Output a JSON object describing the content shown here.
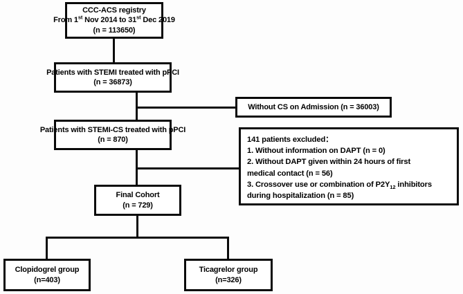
{
  "diagram": {
    "title": "CONSORT-style patient selection flowchart",
    "colors": {
      "box_border": "#0a0a0a",
      "box_fill": "#ffffff",
      "connector": "#0a0a0a",
      "background": "#fdfdfd",
      "text": "#000000"
    }
  },
  "nodes": {
    "registry": {
      "line1": "CCC-ACS registry",
      "line2_prefix": "From 1",
      "line2_sup1": "st",
      "line2_mid": " Nov 2014 to 31",
      "line2_sup2": "st",
      "line2_suffix": " Dec 2019",
      "line3": "(n = 113650)",
      "count": 113650
    },
    "stemi_ppci": {
      "line1": "Patients with STEMI treated with pPCI",
      "line2": "(n = 36873)",
      "count": 36873
    },
    "without_cs": {
      "line1": "Without CS on Admission (n = 36003)",
      "count": 36003
    },
    "stemi_cs": {
      "line1": "Patients with STEMI-CS treated with pPCI",
      "line2": "(n = 870)",
      "count": 870
    },
    "excluded": {
      "heading": "141 patients excluded：",
      "total": 141,
      "item1": "1. Without information on DAPT (n = 0)",
      "item2_a": "2. Without DAPT given within 24 hours of first",
      "item2_b": "medical contact (n = 56)",
      "item3_a_pre": "3. Crossover use or combination of P2Y",
      "item3_a_sub": "12",
      "item3_a_post": " inhibitors",
      "item3_b": "during hospitalization (n = 85)"
    },
    "final_cohort": {
      "line1": "Final Cohort",
      "line2": "(n = 729)",
      "count": 729
    },
    "clopidogrel": {
      "line1": "Clopidogrel group",
      "line2": "(n=403)",
      "count": 403
    },
    "ticagrelor": {
      "line1": "Ticagrelor group",
      "line2": "(n=326)",
      "count": 326
    }
  }
}
